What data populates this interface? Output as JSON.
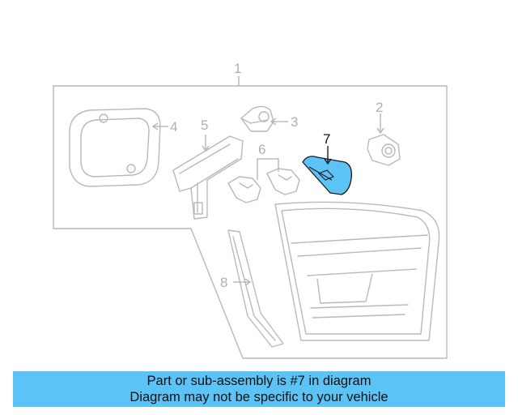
{
  "diagram": {
    "callouts": {
      "c1": "1",
      "c2": "2",
      "c3": "3",
      "c4": "4",
      "c5": "5",
      "c6": "6",
      "c7": "7",
      "c8": "8"
    },
    "highlight_color": "#5bc3f5"
  },
  "banner": {
    "line1": "Part or sub-assembly is #7 in diagram",
    "line2": "Diagram may not be specific to your vehicle",
    "color": "#5bc3f5"
  }
}
